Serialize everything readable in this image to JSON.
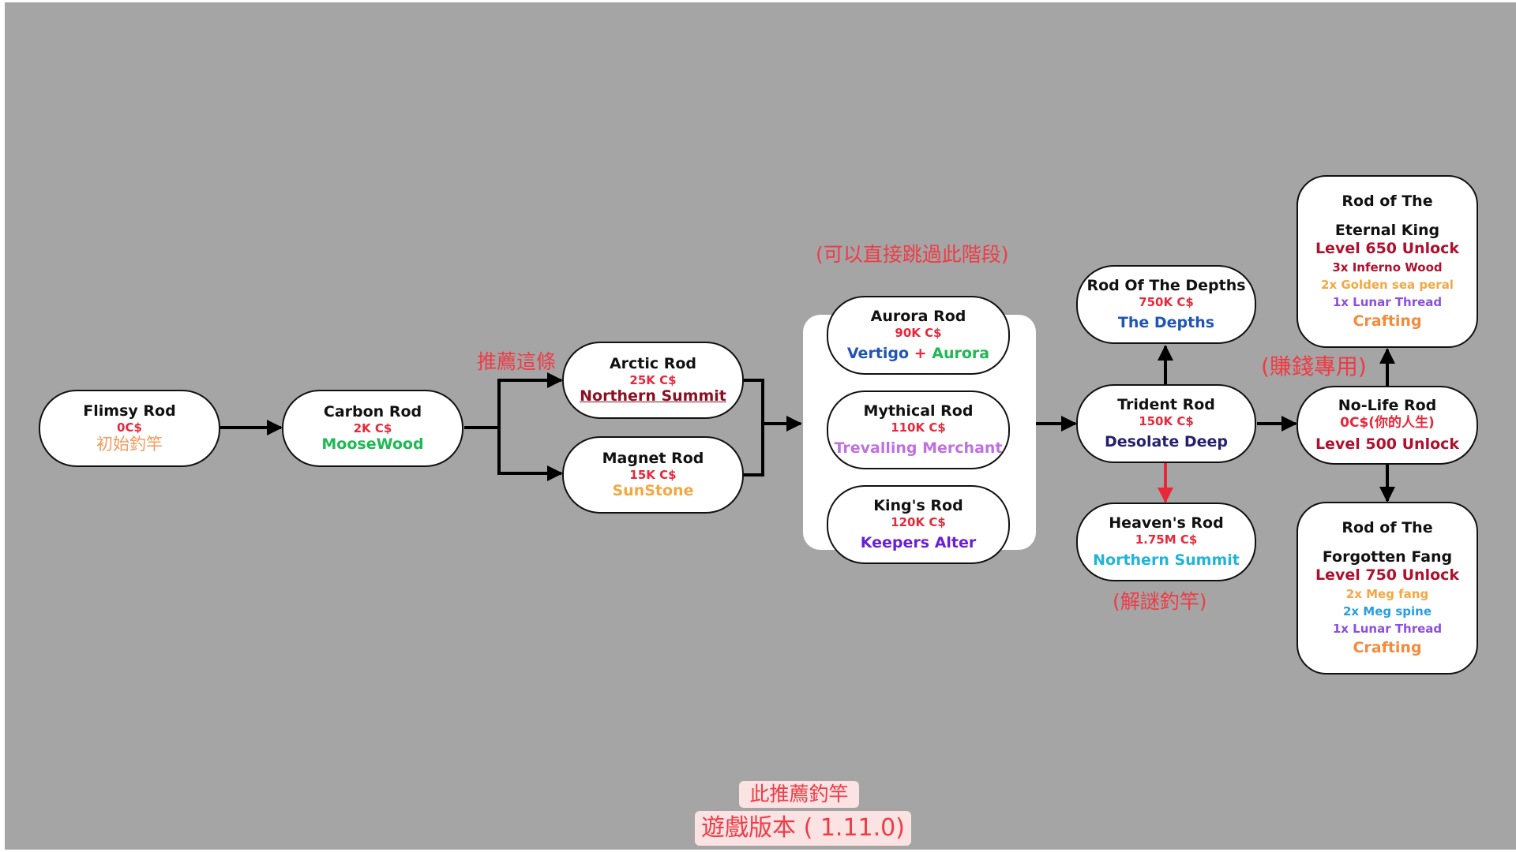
{
  "colors": {
    "background": "#a5a5a5",
    "price": "#e8283a",
    "annotation": "#ef3b46",
    "recommended_arrow": "#e8283a",
    "unlock": "#b0102c"
  },
  "annotations": {
    "recommend": "推薦這條",
    "skippable": "(可以直接跳過此階段)",
    "money_only": "(賺錢專用)",
    "puzzle_rod": "(解謎釣竿)"
  },
  "footer": {
    "line1": "此推薦釣竿",
    "line2": "遊戲版本 ( 1.11.0)"
  },
  "nodes": {
    "flimsy": {
      "name": "Flimsy Rod",
      "price": "0C$",
      "location": "初始釣竿",
      "location_color": "#f59a5a"
    },
    "carbon": {
      "name": "Carbon Rod",
      "price": "2K C$",
      "location": "MooseWood",
      "location_color": "#1db954"
    },
    "arctic": {
      "name": "Arctic Rod",
      "price": "25K C$",
      "location": "Northern Summit",
      "location_color": "#8a1020"
    },
    "magnet": {
      "name": "Magnet Rod",
      "price": "15K C$",
      "location": "SunStone",
      "location_color": "#f5a742"
    },
    "aurora": {
      "name": "Aurora Rod",
      "price": "90K C$",
      "location_a": "Vertigo",
      "plus": "+",
      "location_b": "Aurora",
      "location_a_color": "#1f55b5",
      "plus_color": "#e8283a",
      "location_b_color": "#1db954"
    },
    "mythical": {
      "name": "Mythical Rod",
      "price": "110K C$",
      "location": "Trevalling Merchant",
      "location_color": "#c070e0"
    },
    "kings": {
      "name": "King's Rod",
      "price": "120K C$",
      "location": "Keepers Alter",
      "location_color": "#6a1fd8"
    },
    "depths": {
      "name": "Rod Of The Depths",
      "price": "750K C$",
      "location": "The Depths",
      "location_color": "#1f55b5"
    },
    "trident": {
      "name": "Trident Rod",
      "price": "150K C$",
      "location": "Desolate Deep",
      "location_color": "#242070"
    },
    "heavens": {
      "name": "Heaven's Rod",
      "price": "1.75M C$",
      "location": "Northern Summit",
      "location_color": "#1fb5d8"
    },
    "nolife": {
      "name": "No-Life Rod",
      "price": "0C$(你的人生)",
      "unlock": "Level 500 Unlock"
    },
    "eternal": {
      "name1": "Rod of The",
      "name2": "Eternal King",
      "unlock": "Level 650 Unlock",
      "materials": [
        {
          "text": "3x Inferno Wood",
          "color": "#b0102c"
        },
        {
          "text": "2x Golden sea peral",
          "color": "#f5a742"
        },
        {
          "text": "1x Lunar Thread",
          "color": "#8a4fe0"
        }
      ],
      "method": "Crafting",
      "method_color": "#f58a3a"
    },
    "forgotten": {
      "name1": "Rod of The",
      "name2": "Forgotten Fang",
      "unlock": "Level 750 Unlock",
      "materials": [
        {
          "text": "2x Meg fang",
          "color": "#f5a742"
        },
        {
          "text": "2x Meg spine",
          "color": "#2a9de0"
        },
        {
          "text": "1x Lunar Thread",
          "color": "#8a4fe0"
        }
      ],
      "method": "Crafting",
      "method_color": "#f58a3a"
    }
  }
}
